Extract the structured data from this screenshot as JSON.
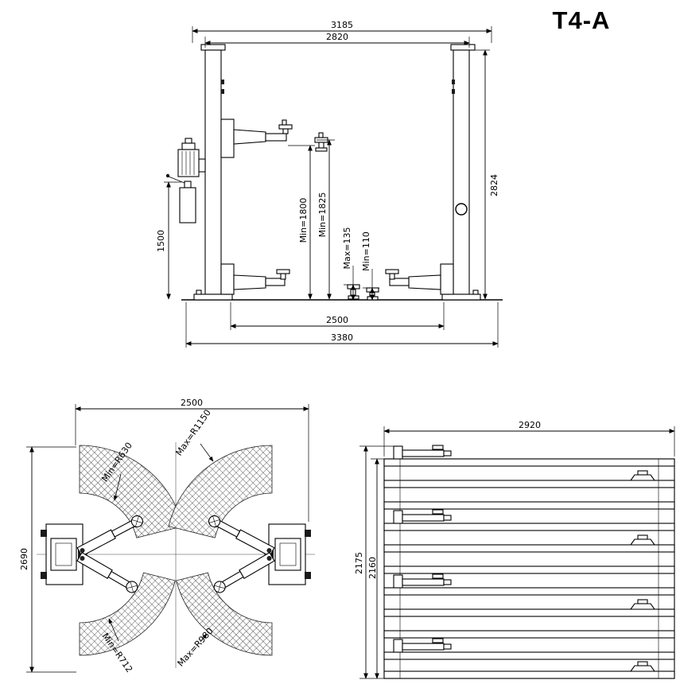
{
  "title": "T4-A",
  "front_view": {
    "dim_width_overall_top": "3185",
    "dim_width_between_posts": "2820",
    "dim_post_height": "2824",
    "dim_power_unit_height": "1500",
    "dim_min_lift_height_arm": "Min=1800",
    "dim_min_lift_height_pad": "Min=1825",
    "dim_pad_height_max": "Max=135",
    "dim_pad_height_min": "Min=110",
    "dim_width_drive_through": "2500",
    "dim_width_base_overall": "3380"
  },
  "plan_view": {
    "dim_width": "2500",
    "dim_depth": "2690",
    "dim_front_arm_radius_min": "Min=R630",
    "dim_front_arm_radius_max": "Max=R1150",
    "dim_rear_arm_radius_min": "Min=R712",
    "dim_rear_arm_radius_max": "Max=R980"
  },
  "side_view": {
    "dim_width": "2920",
    "dim_height_overall": "2175",
    "dim_height_column": "2160"
  }
}
